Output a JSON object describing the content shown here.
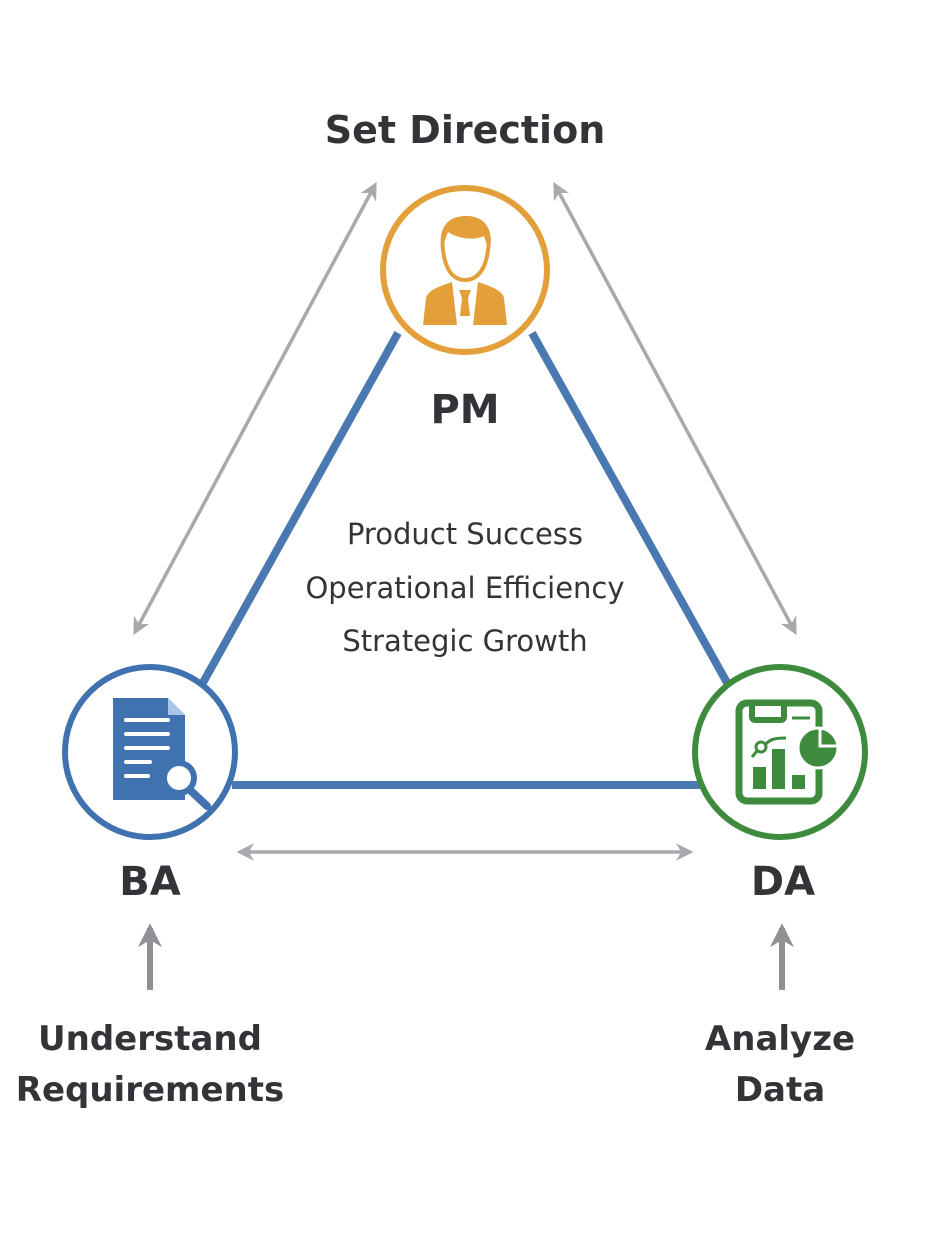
{
  "top_label": "Set Direction",
  "nodes": {
    "pm": {
      "label": "PM",
      "icon": "businessman-icon",
      "color": "#E3A03A"
    },
    "ba": {
      "label": "BA",
      "icon": "document-search-icon",
      "color": "#3F72AF"
    },
    "da": {
      "label": "DA",
      "icon": "analytics-clipboard-icon",
      "color": "#3E8B3E"
    }
  },
  "center_text": [
    "Product Success",
    "Operational Efficiency",
    "Strategic Growth"
  ],
  "ba_action": [
    "Understand",
    "Requirements"
  ],
  "da_action": [
    "Analyze",
    "Data"
  ],
  "colors": {
    "triangle": "#4A78B0",
    "arrows": "#A7A9AC",
    "text": "#333438"
  }
}
